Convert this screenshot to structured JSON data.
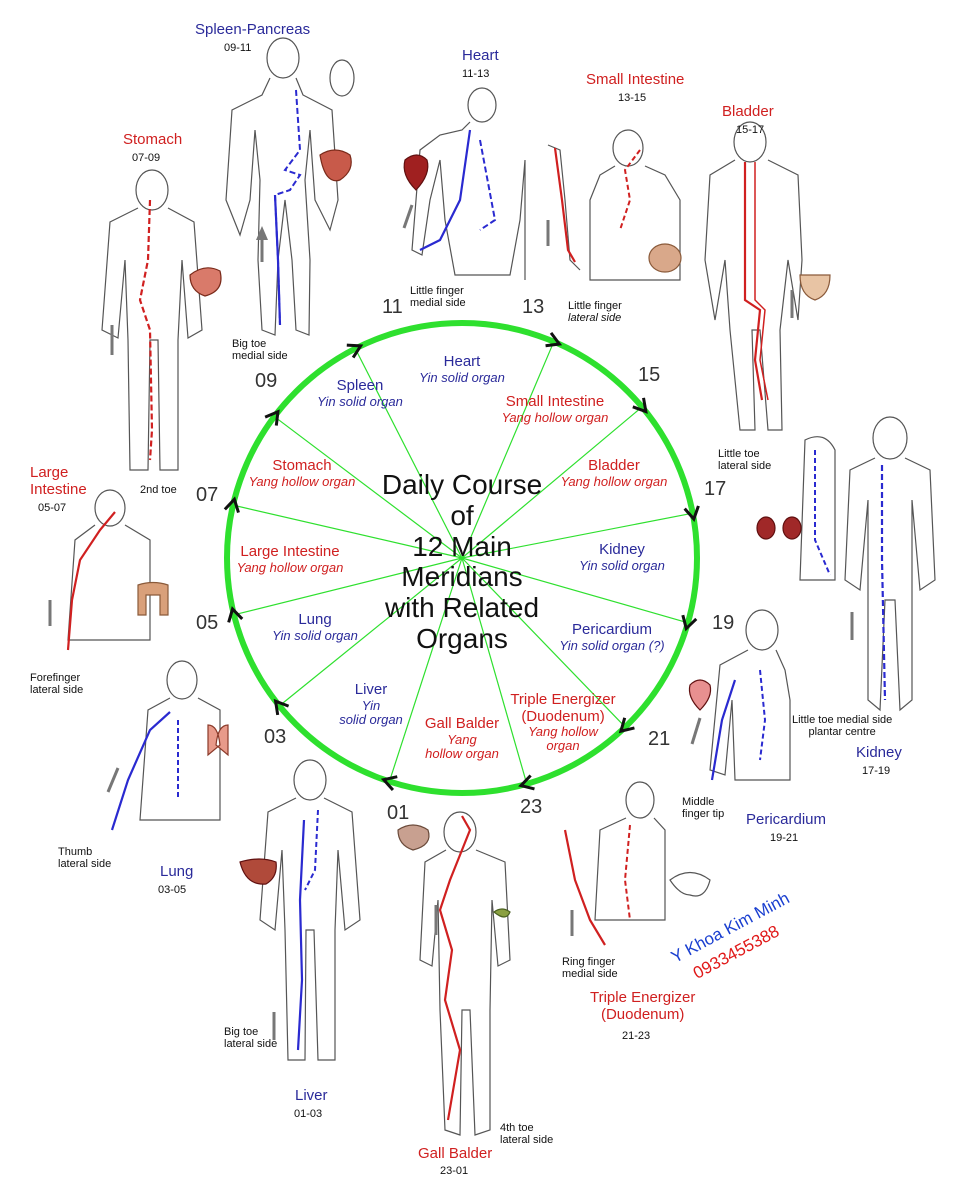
{
  "center_title": [
    "Daily Course",
    "of",
    "12 Main",
    "Meridians",
    "with Related",
    "Organs"
  ],
  "colors": {
    "yin": "#2a2a9a",
    "yang": "#d02020",
    "circle": "#2ee02e",
    "spoke": "#2ee02e"
  },
  "hours": [
    "01",
    "03",
    "05",
    "07",
    "09",
    "11",
    "13",
    "15",
    "17",
    "19",
    "21",
    "23"
  ],
  "segments": [
    {
      "name": "Heart",
      "type": "Yin solid organ"
    },
    {
      "name": "Small Intestine",
      "type": "Yang hollow organ"
    },
    {
      "name": "Bladder",
      "type": "Yang hollow organ"
    },
    {
      "name": "Kidney",
      "type": "Yin solid organ"
    },
    {
      "name": "Pericardium",
      "type": "Yin solid organ (?)"
    },
    {
      "name": "Triple Energizer",
      "name2": "(Duodenum)",
      "type": "Yang hollow",
      "type2": "organ"
    },
    {
      "name": "Gall Balder",
      "type": "Yang",
      "type2": "hollow organ"
    },
    {
      "name": "Liver",
      "type": "Yin",
      "type2": "solid organ"
    },
    {
      "name": "Lung",
      "type": "Yin solid organ"
    },
    {
      "name": "Large Intestine",
      "type": "Yang hollow organ"
    },
    {
      "name": "Stomach",
      "type": "Yang hollow organ"
    },
    {
      "name": "Spleen",
      "type": "Yin solid organ"
    }
  ],
  "figures": [
    {
      "organ": "Spleen-Pancreas",
      "time": "09-11",
      "note": "Big toe",
      "note2": "medial side"
    },
    {
      "organ": "Heart",
      "time": "11-13",
      "note": "Little finger",
      "note2": "medial side"
    },
    {
      "organ": "Small Intestine",
      "time": "13-15",
      "note": "Little finger",
      "note2": "lateral side"
    },
    {
      "organ": "Bladder",
      "time": "15-17",
      "note": "Little toe",
      "note2": "lateral side"
    },
    {
      "organ": "Stomach",
      "time": "07-09",
      "note": "2nd toe"
    },
    {
      "organ": "Large",
      "organ2": "Intestine",
      "time": "05-07",
      "note": "Forefinger",
      "note2": "lateral side"
    },
    {
      "organ": "Kidney",
      "time": "17-19",
      "note": "Little toe medial side",
      "note2": "plantar centre"
    },
    {
      "organ": "Pericardium",
      "time": "19-21",
      "note": "Middle",
      "note2": "finger tip"
    },
    {
      "organ": "Lung",
      "time": "03-05",
      "note": "Thumb",
      "note2": "lateral side"
    },
    {
      "organ": "Triple Energizer",
      "organ2": "(Duodenum)",
      "time": "21-23",
      "note": "Ring finger",
      "note2": "medial side"
    },
    {
      "organ": "Liver",
      "time": "01-03",
      "note": "Big toe",
      "note2": "lateral side"
    },
    {
      "organ": "Gall Balder",
      "time": "23-01",
      "note": "4th toe",
      "note2": "lateral side"
    }
  ],
  "watermark": {
    "line1": "Y Khoa Kim Minh",
    "line2": "0933455388"
  }
}
